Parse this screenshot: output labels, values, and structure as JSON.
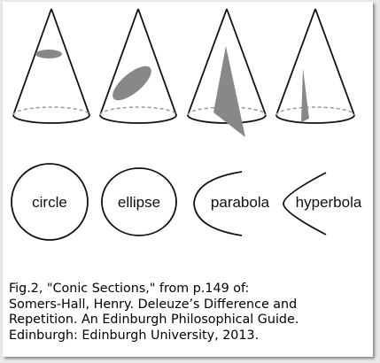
{
  "figure": {
    "title": "Conic Sections",
    "sections": [
      {
        "id": "circle",
        "label": "circle"
      },
      {
        "id": "ellipse",
        "label": "ellipse"
      },
      {
        "id": "parabola",
        "label": "parabola"
      },
      {
        "id": "hyperbola",
        "label": "hyperbola"
      }
    ]
  },
  "caption": {
    "lines": [
      "Fig.2, \"Conic Sections,\" from p.149 of:",
      "Somers-Hall, Henry. Deleuze’s Difference and",
      "Repetition. An Edinburgh Philosophical Guide.",
      "Edinburgh: Edinburgh University, 2013."
    ]
  },
  "colors": {
    "stroke": "#111111",
    "section_fill": "#888888",
    "frame_bg": "#ffffff",
    "page_bg": "#e8e8e8"
  }
}
